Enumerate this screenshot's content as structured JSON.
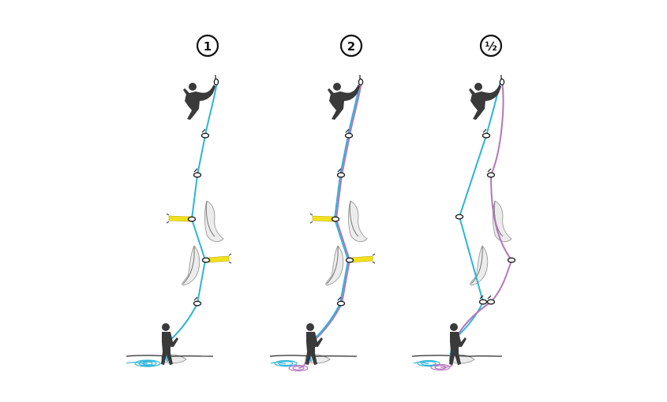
{
  "diagrams": [
    {
      "id": "single",
      "label": "1"
    },
    {
      "id": "twin",
      "label": "2"
    },
    {
      "id": "half",
      "label": "½"
    }
  ],
  "colors": {
    "rope_blue": "#2bb5d8",
    "rope_purple": "#b574bd",
    "sling_yellow": "#f1e11c",
    "person": "#3a3a3a",
    "rock": "#ececec"
  }
}
